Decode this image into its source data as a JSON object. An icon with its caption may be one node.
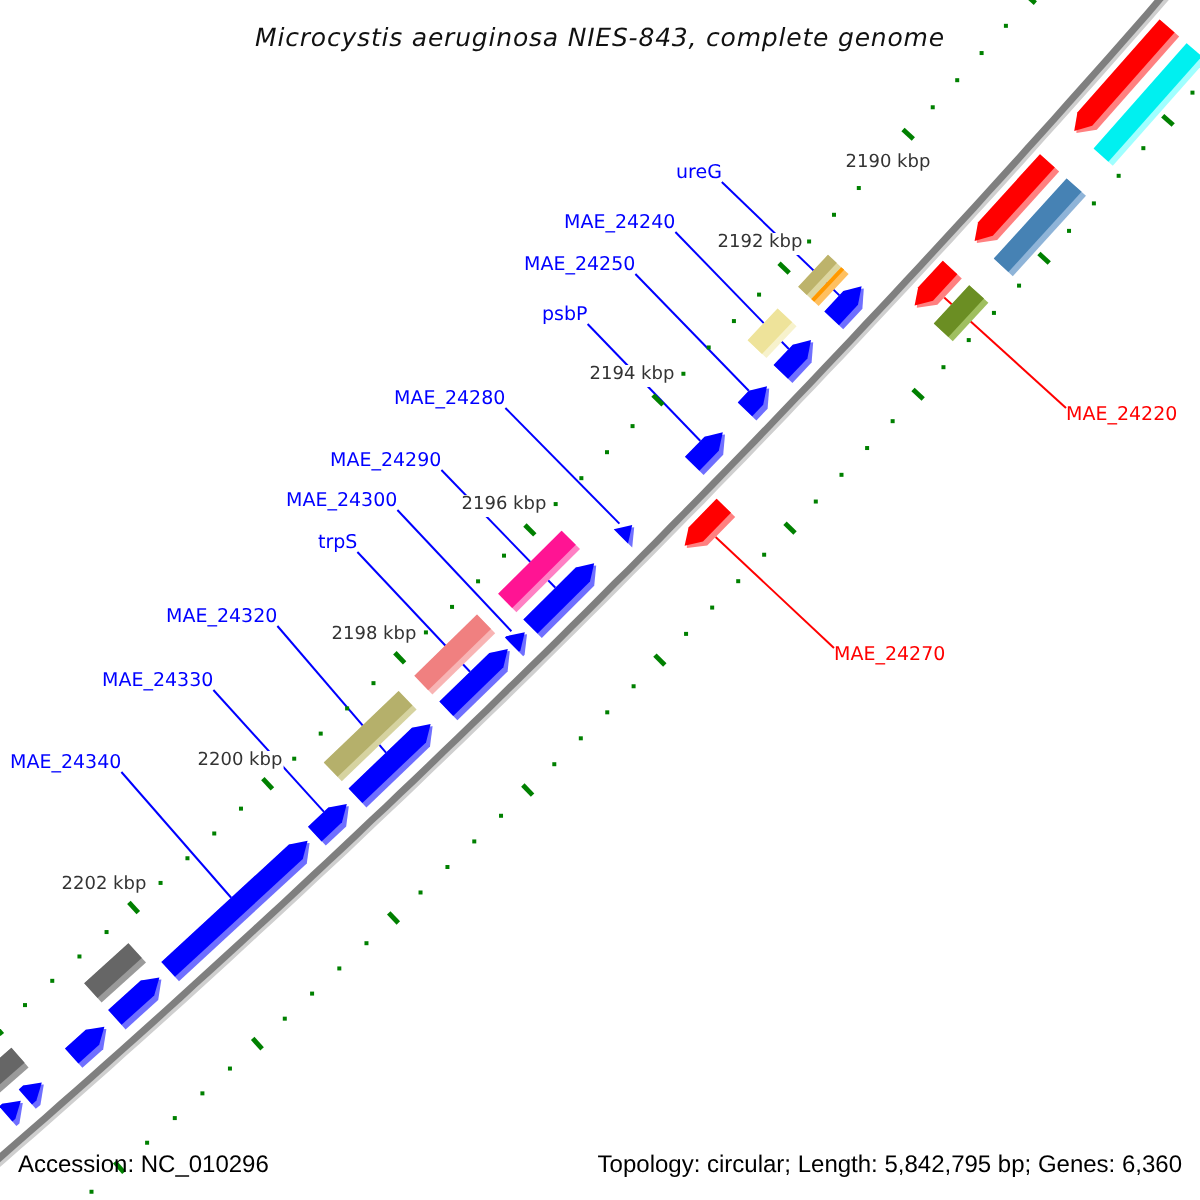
{
  "diagram": {
    "title": "Microcystis aeruginosa NIES-843, complete genome",
    "nodes": [
      {
        "text": [
          "ureG"
        ]
      },
      {
        "text": [
          "MAE_24240"
        ]
      },
      {
        "text": [
          "MAE_24250"
        ]
      },
      {
        "text": [
          "psbP"
        ]
      },
      {
        "text": [
          "MAE_24280"
        ]
      },
      {
        "text": [
          "MAE_24290"
        ]
      },
      {
        "text": [
          "MAE_24300"
        ]
      },
      {
        "text": [
          "trpS"
        ]
      },
      {
        "text": [
          "MAE_24320"
        ]
      },
      {
        "text": [
          "MAE_24330"
        ]
      },
      {
        "text": [
          "MAE_24340"
        ]
      },
      {
        "text": [
          "MAE_24220"
        ]
      },
      {
        "text": [
          "MAE_24270"
        ]
      },
      {
        "text": [],
        "shape": "arrow"
      },
      {
        "text": [],
        "shape": "arrow"
      },
      {
        "text": [],
        "shape": "arrow"
      },
      {
        "text": [],
        "shape": "arrow"
      },
      {
        "text": [],
        "shape": "arrow"
      },
      {
        "text": [],
        "shape": "arrow"
      },
      {
        "text": [],
        "shape": "arrow"
      },
      {
        "text": [],
        "shape": "arrow"
      },
      {
        "text": [],
        "shape": "arrow"
      },
      {
        "text": [],
        "shape": "arrow"
      },
      {
        "text": [],
        "shape": "arrow"
      },
      {
        "text": [],
        "shape": "arrow"
      },
      {
        "text": [],
        "shape": "arrow"
      },
      {
        "text": [],
        "shape": "arrow"
      },
      {
        "text": [],
        "shape": "arrow"
      },
      {
        "text": [],
        "shape": "arrow"
      },
      {
        "text": [],
        "shape": "arrow"
      },
      {
        "text": [],
        "shape": "arrow"
      },
      {
        "text": [],
        "shape": "arrow"
      },
      {
        "text": [],
        "shape": "box"
      },
      {
        "text": [],
        "shape": "box"
      },
      {
        "text": [],
        "shape": "box"
      },
      {
        "text": [],
        "shape": "box"
      },
      {
        "text": [],
        "shape": "box"
      },
      {
        "text": [],
        "shape": "box"
      },
      {
        "text": [],
        "shape": "box"
      },
      {
        "text": [],
        "shape": "box"
      },
      {
        "text": [],
        "shape": "box"
      },
      {
        "text": [],
        "shape": "box"
      },
      {
        "text": [],
        "shape": "box"
      }
    ],
    "edges": [
      {
        "from": 0,
        "to": 13,
        "arrow": "none"
      },
      {
        "from": 1,
        "to": 14,
        "arrow": "none"
      },
      {
        "from": 2,
        "to": 15,
        "arrow": "none"
      },
      {
        "from": 3,
        "to": 16,
        "arrow": "none"
      },
      {
        "from": 4,
        "to": 17,
        "arrow": "none"
      },
      {
        "from": 5,
        "to": 18,
        "arrow": "none"
      },
      {
        "from": 6,
        "to": 19,
        "arrow": "none"
      },
      {
        "from": 7,
        "to": 20,
        "arrow": "none"
      },
      {
        "from": 8,
        "to": 21,
        "arrow": "none"
      },
      {
        "from": 9,
        "to": 22,
        "arrow": "none"
      },
      {
        "from": 10,
        "to": 23,
        "arrow": "none"
      },
      {
        "from": 11,
        "to": 24,
        "arrow": "none",
        "color": "#ff0000"
      },
      {
        "from": 12,
        "to": 25,
        "arrow": "none",
        "color": "#ff0000"
      }
    ],
    "labels": [
      "2190 kbp",
      "2192 kbp",
      "2194 kbp",
      "2196 kbp",
      "2198 kbp",
      "2200 kbp",
      "2202 kbp",
      "Accession: NC_010296",
      "Topology: circular; Length: 5,842,795 bp; Genes: 6,360"
    ]
  }
}
